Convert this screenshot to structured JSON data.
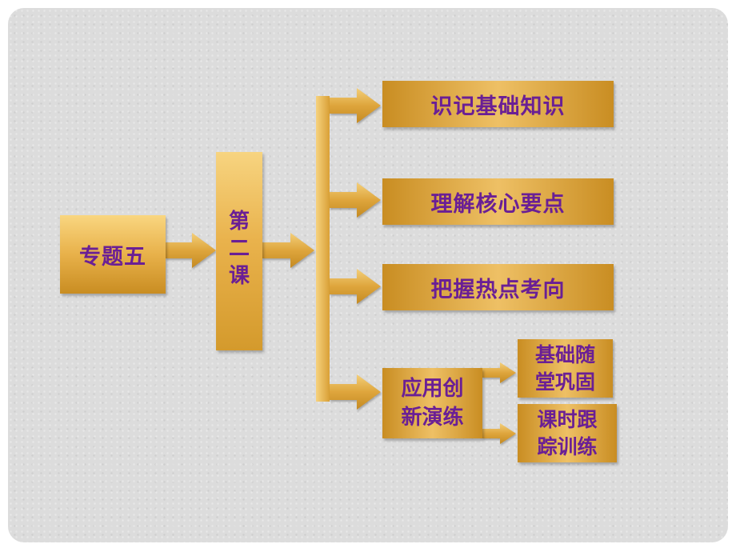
{
  "nodes": {
    "topic": "专题五",
    "lesson_lines": [
      "第",
      "二",
      "课"
    ],
    "branch1": "识记基础知识",
    "branch2": "理解核心要点",
    "branch3": "把握热点考向",
    "branch4_lines": [
      "应用创",
      "新演练"
    ],
    "sub1_lines": [
      "基础随",
      "堂巩固"
    ],
    "sub2_lines": [
      "课时跟",
      "踪训练"
    ]
  },
  "colors": {
    "box_fill": "#e8b14a",
    "text": "#6a1f95",
    "background": "#dcdcdc"
  }
}
